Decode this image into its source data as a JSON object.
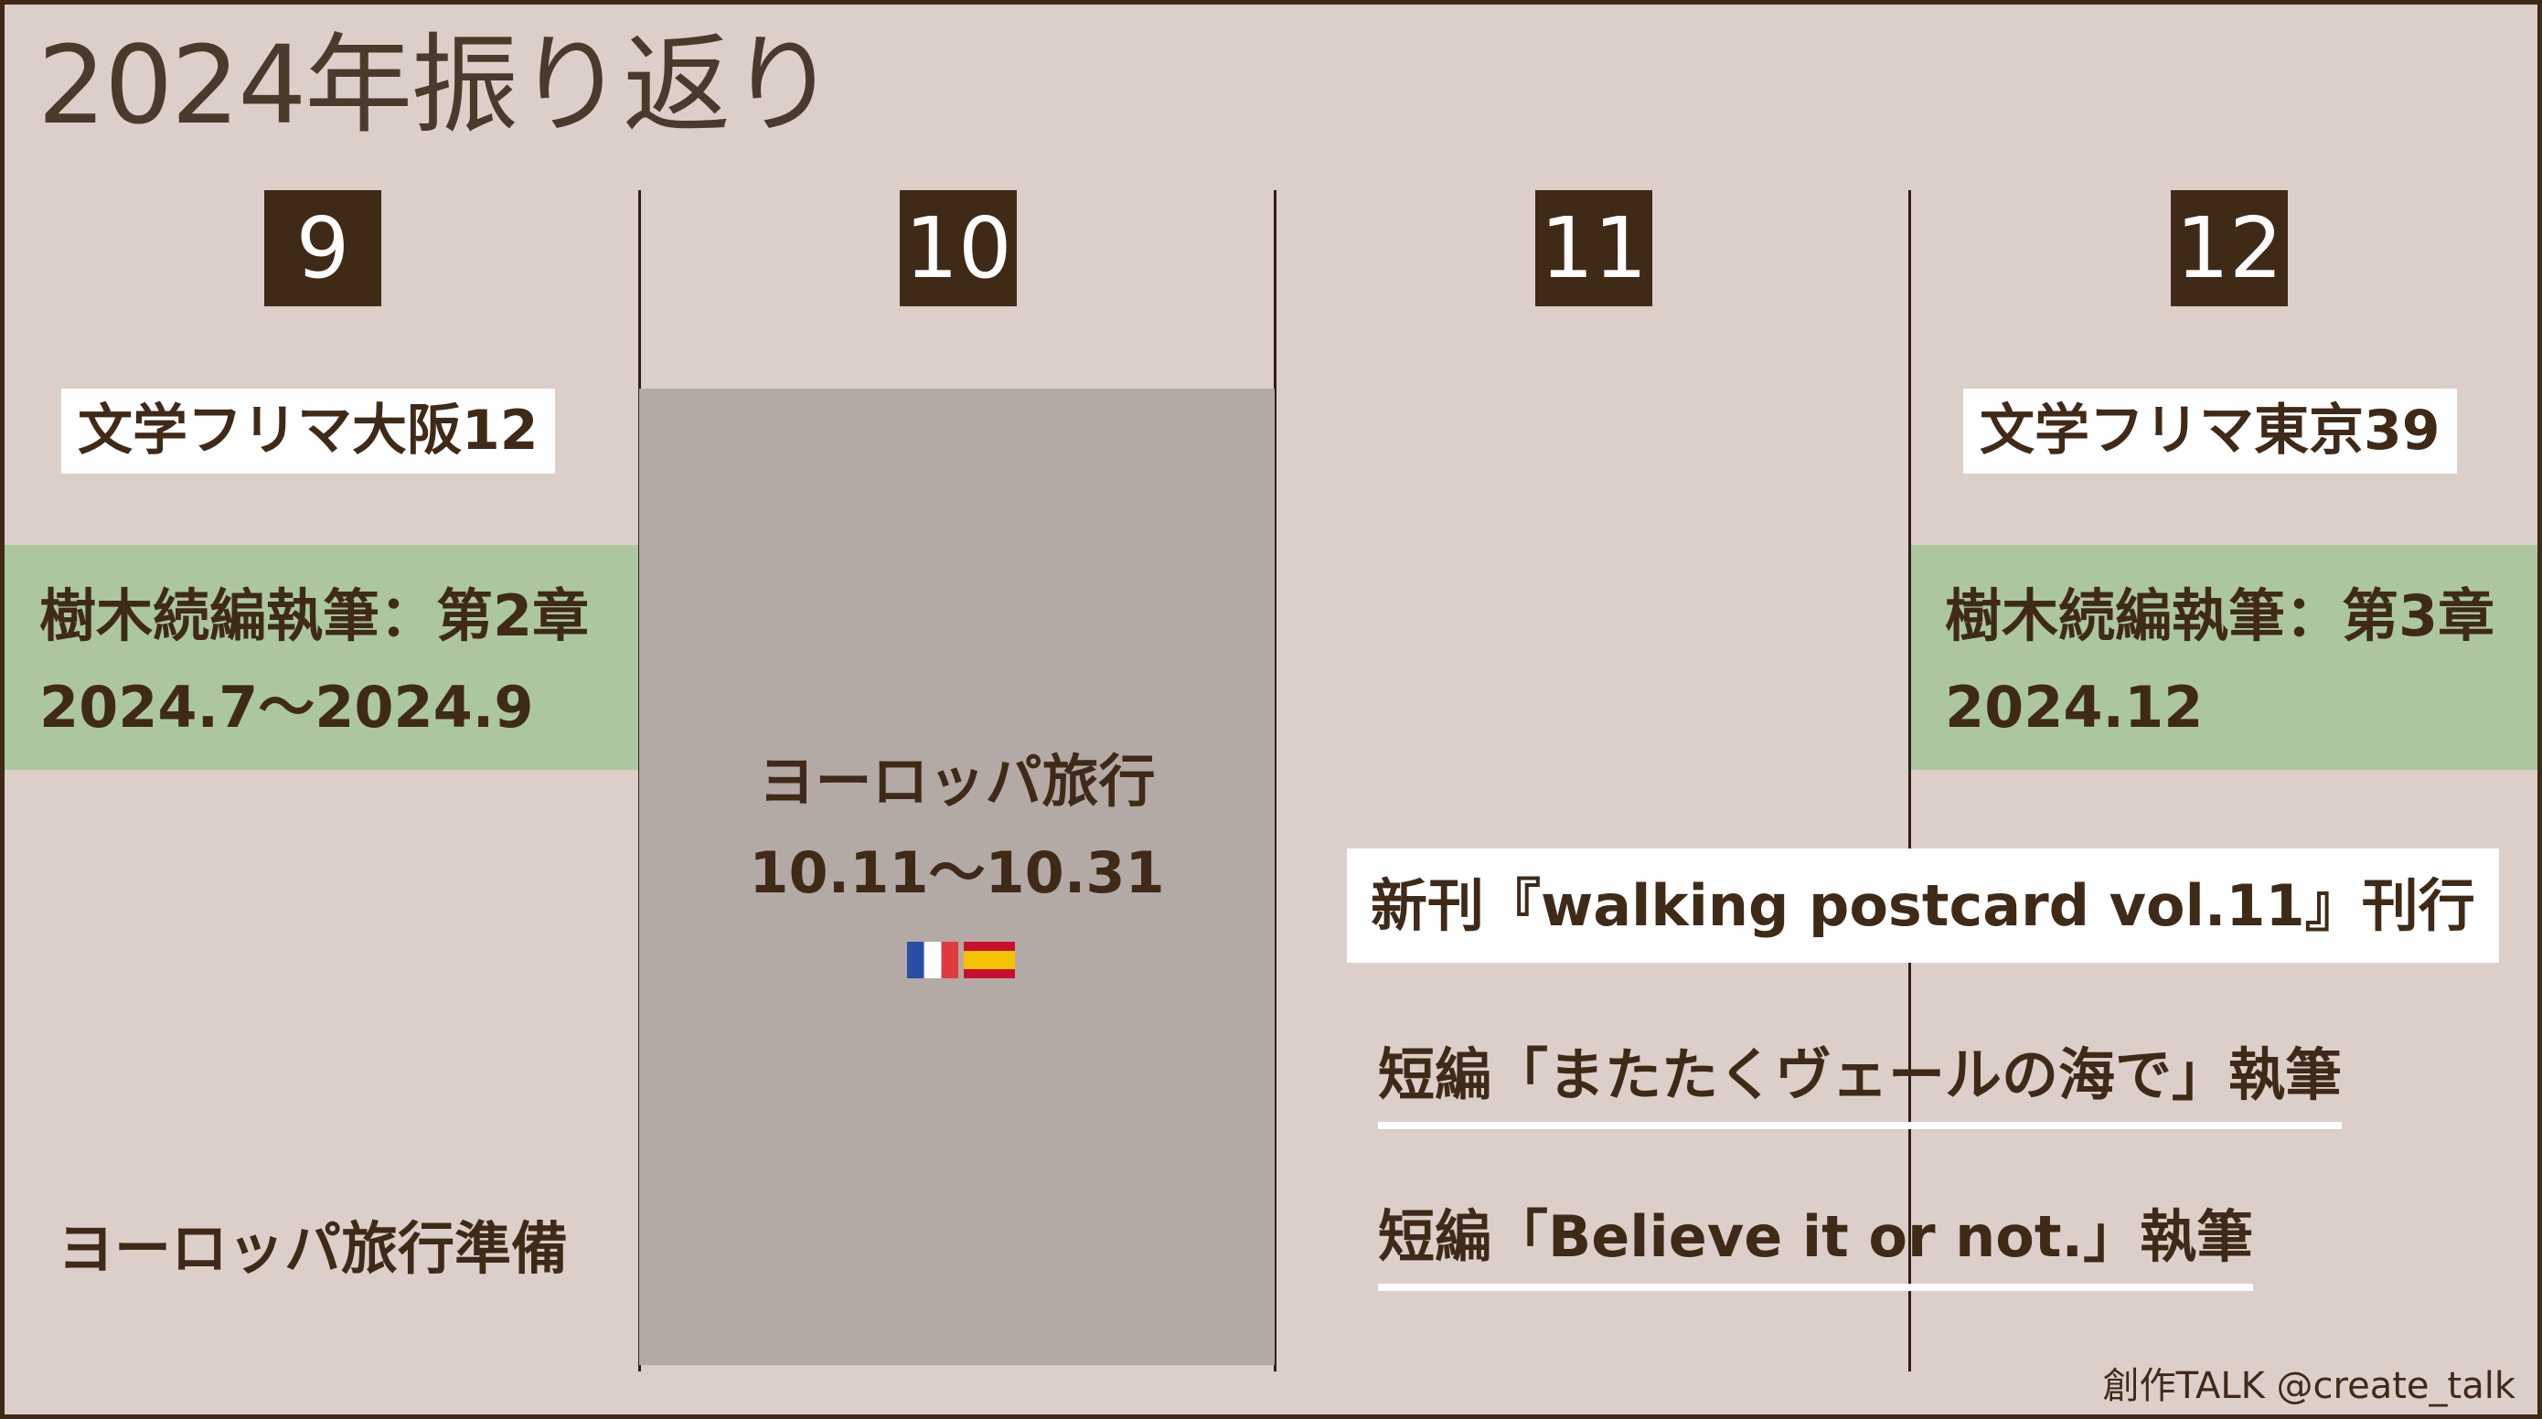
{
  "title": "2024年振り返り",
  "months": [
    "9",
    "10",
    "11",
    "12"
  ],
  "events": {
    "osaka": "文学フリマ大阪12",
    "tokyo": "文学フリマ東京39"
  },
  "writing": {
    "ch2_title": "樹木続編執筆：第2章",
    "ch2_period": "2024.7〜2024.9",
    "ch3_title": "樹木続編執筆：第3章",
    "ch3_period": "2024.12"
  },
  "trip": {
    "title": "ヨーロッパ旅行",
    "dates": "10.11〜10.31",
    "flags": [
      "france-flag",
      "spain-flag"
    ]
  },
  "prep": "ヨーロッパ旅行準備",
  "publication": "新刊『walking postcard vol.11』刊行",
  "short_stories": [
    "短編「またたくヴェールの海で」執筆",
    "短編「Believe it or not.」執筆"
  ],
  "footer": "創作TALK @create_talk",
  "colors": {
    "background": "#dccfca",
    "dark_brown": "#3f2a18",
    "green_band": "#acc7a0",
    "trip_block": "#b3aaa6",
    "white": "#ffffff"
  }
}
